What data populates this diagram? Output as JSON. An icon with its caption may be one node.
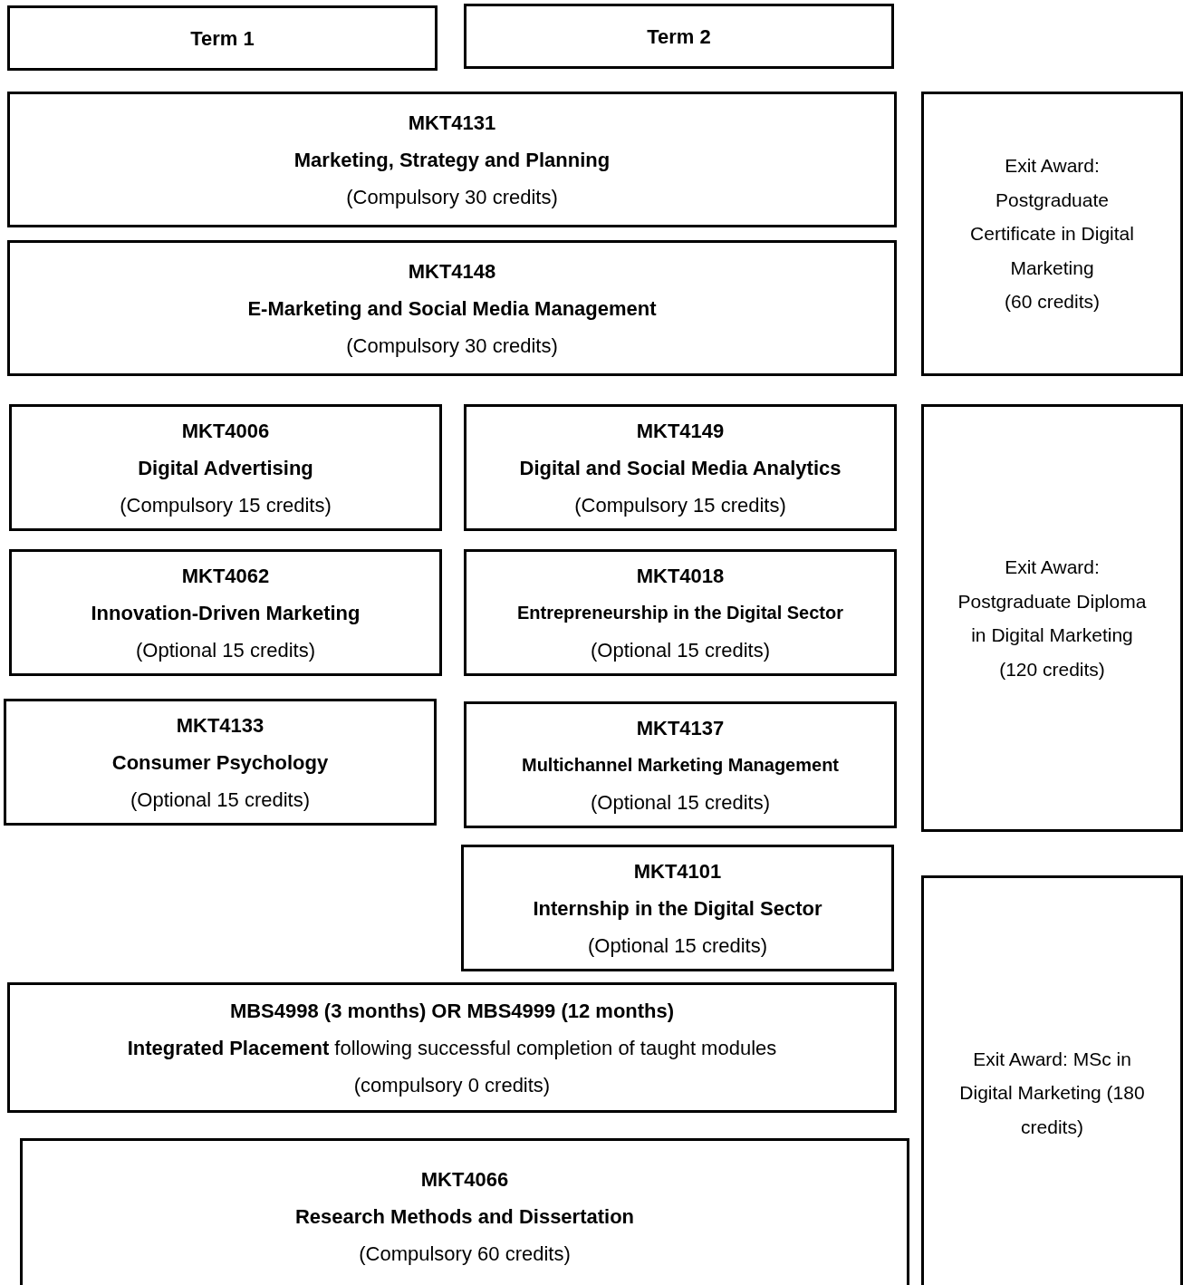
{
  "diagram": {
    "nodes": [
      {
        "text": [
          "Term 1"
        ]
      },
      {
        "text": [
          "Term 2"
        ]
      },
      {
        "text": [
          "MKT4131",
          "Marketing, Strategy and Planning",
          "(Compulsory 30 credits)"
        ]
      },
      {
        "text": [
          "MKT4148",
          "E-Marketing and Social Media Management",
          "(Compulsory 30 credits)"
        ]
      },
      {
        "text": [
          "Exit Award: Postgraduate Certificate in Digital Marketing",
          "(60 credits)"
        ]
      },
      {
        "text": [
          "MKT4006",
          "Digital Advertising",
          "(Compulsory 15 credits)"
        ]
      },
      {
        "text": [
          "MKT4149",
          "Digital and Social Media Analytics",
          "(Compulsory 15 credits)"
        ]
      },
      {
        "text": [
          "MKT4062",
          "Innovation-Driven Marketing",
          "(Optional 15 credits)"
        ]
      },
      {
        "text": [
          "MKT4018",
          "Entrepreneurship in the Digital Sector",
          "(Optional 15 credits)"
        ]
      },
      {
        "text": [
          "MKT4133",
          "Consumer Psychology",
          "(Optional 15 credits)"
        ]
      },
      {
        "text": [
          "MKT4137",
          "Multichannel Marketing Management",
          "(Optional 15 credits)"
        ]
      },
      {
        "text": [
          "Exit Award: Postgraduate Diploma in Digital Marketing (120 credits)"
        ]
      },
      {
        "text": [
          "MKT4101",
          "Internship in the Digital Sector",
          "(Optional 15 credits)"
        ]
      },
      {
        "text": [
          "MBS4998 (3 months) OR MBS4999 (12 months)",
          "**Integrated Placement** following successful completion of taught modules",
          "(compulsory 0 credits)"
        ]
      },
      {
        "text": [
          "MKT4066",
          "Research Methods and Dissertation",
          "(Compulsory 60 credits)"
        ]
      },
      {
        "text": [
          "Exit Award: MSc in Digital Marketing (180 credits)"
        ]
      }
    ]
  }
}
